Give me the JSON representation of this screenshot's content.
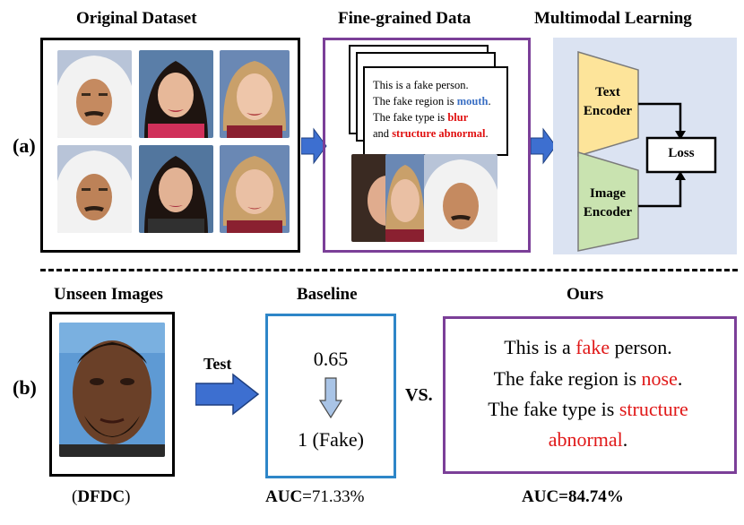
{
  "panel_a": {
    "label": "(a)",
    "original_title": "Original Dataset",
    "fine_title": "Fine-grained Data",
    "multimodal_title": "Multimodal Learning",
    "card": {
      "line1": "This is a fake person.",
      "line2_prefix": "The fake region is ",
      "line2_region": "mouth",
      "line2_suffix": ".",
      "line3_prefix": "The fake type is ",
      "line3_type": "blur",
      "line4_prefix": "and ",
      "line4_type": "structure abnormal",
      "line4_suffix": "."
    },
    "text_encoder": [
      "Text",
      "Encoder"
    ],
    "image_encoder": [
      "Image",
      "Encoder"
    ],
    "loss": "Loss"
  },
  "panel_b": {
    "label": "(b)",
    "unseen_title": "Unseen Images",
    "unseen_caption_open": "(",
    "unseen_caption_name": "DFDC",
    "unseen_caption_close": ")",
    "test_label": "Test",
    "baseline_title": "Baseline",
    "baseline_score": "0.65",
    "baseline_result": "1 (Fake)",
    "baseline_auc_label": "AUC",
    "baseline_auc_value": "=71.33%",
    "vs": "VS.",
    "ours_title": "Ours",
    "ours_line1_prefix": "This is a ",
    "ours_line1_fake": "fake",
    "ours_line1_suffix": " person.",
    "ours_line2_prefix": "The fake region is ",
    "ours_line2_region": "nose",
    "ours_line2_suffix": ".",
    "ours_line3_prefix": "The fake type is ",
    "ours_line3_type": "structure",
    "ours_line4_type": "abnormal",
    "ours_line4_suffix": ".",
    "ours_auc_label": "AUC",
    "ours_auc_value": "=84.74%"
  },
  "colors": {
    "purple": "#7b3f98",
    "blue_frame": "#2e86c8",
    "arrow_blue": "#3d6fd0",
    "panel_bg": "#dbe3f2",
    "text_encoder_fill": "#fde49a",
    "image_encoder_fill": "#c9e3b0",
    "highlight_red": "#e01010",
    "highlight_blue": "#3a6fc4"
  }
}
